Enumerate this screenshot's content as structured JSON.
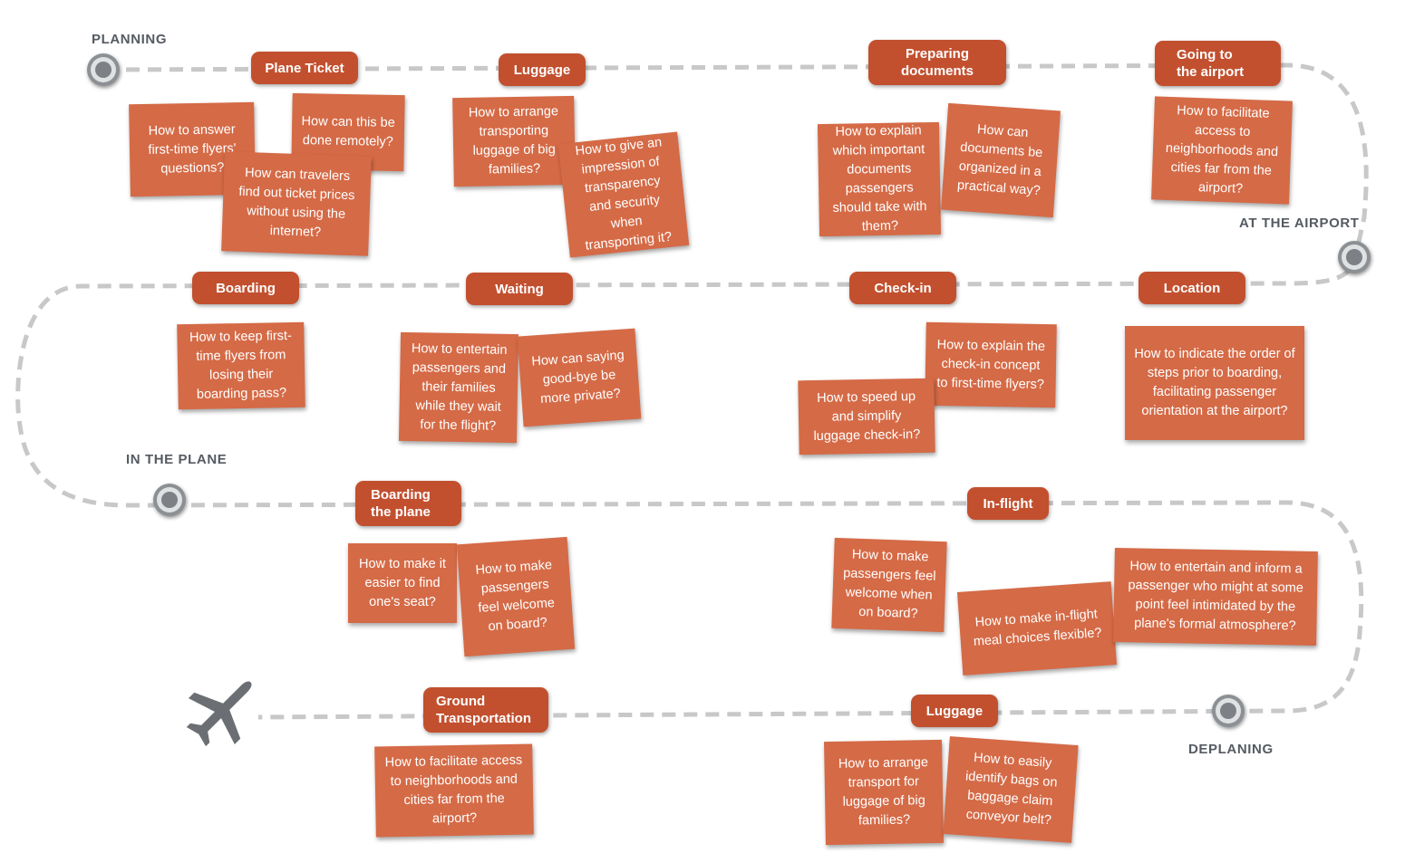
{
  "phases": {
    "planning": "PLANNING",
    "at_the_airport": "AT THE AIRPORT",
    "in_the_plane": "IN THE PLANE",
    "deplaning": "DEPLANING"
  },
  "stages": {
    "plane_ticket": "Plane Ticket",
    "luggage_planning": "Luggage",
    "preparing_documents": "Preparing\ndocuments",
    "going_to_airport": "Going to\nthe airport",
    "boarding": "Boarding",
    "waiting": "Waiting",
    "check_in": "Check-in",
    "location": "Location",
    "boarding_the_plane": "Boarding\nthe plane",
    "in_flight": "In-flight",
    "ground_transportation": "Ground\nTransportation",
    "luggage_deplaning": "Luggage"
  },
  "notes": {
    "answer_questions": "How to answer first-time flyers' questions?",
    "done_remotely": "How can this be done remotely?",
    "ticket_prices": "How can travelers find out ticket prices without using the internet?",
    "arrange_luggage": "How to arrange transporting luggage of big families?",
    "transparency": "How to give an impression of transparency and security when transporting it?",
    "explain_documents": "How to explain which important documents passengers should take with them?",
    "organize_documents": "How can documents be organized in a practical way?",
    "access_airport": "How to facilitate access to neighborhoods and cities far from the airport?",
    "keep_boarding_pass": "How to keep first-time flyers from losing their boarding pass?",
    "entertain_waiting": "How to entertain passengers and their families while they wait for the flight?",
    "goodbye_private": "How can saying good-bye be more private?",
    "checkin_concept": "How to explain the check-in concept to first-time flyers?",
    "speed_luggage_checkin": "How to speed up and simplify luggage check-in?",
    "order_of_steps": "How to indicate the order of steps prior to boarding, facilitating passenger orientation at the airport?",
    "find_seat": "How to make it easier to find one's seat?",
    "welcome_board": "How to make passengers feel welcome on board?",
    "welcome_inflight": "How to make passengers feel welcome when on board?",
    "meal_choices": "How to make in-flight meal choices flexible?",
    "entertain_inform": "How to entertain and inform a passenger who might at some point feel intimidated by the plane's formal atmosphere?",
    "access_ground": "How to facilitate access to neighborhoods and cities far from the airport?",
    "transport_big_families": "How to arrange transport for luggage of big families?",
    "identify_bags": "How to easily identify bags on baggage claim conveyor belt?"
  },
  "colors": {
    "stage_fill": "#c2502f",
    "note_fill": "#d56a46",
    "path_dash": "#c8c8c8",
    "marker_gray": "#8c9094",
    "airplane": "#6b6f73",
    "phase_text": "#555b62"
  },
  "icons": {
    "start": "circle-marker-icon",
    "end": "airplane-icon"
  }
}
